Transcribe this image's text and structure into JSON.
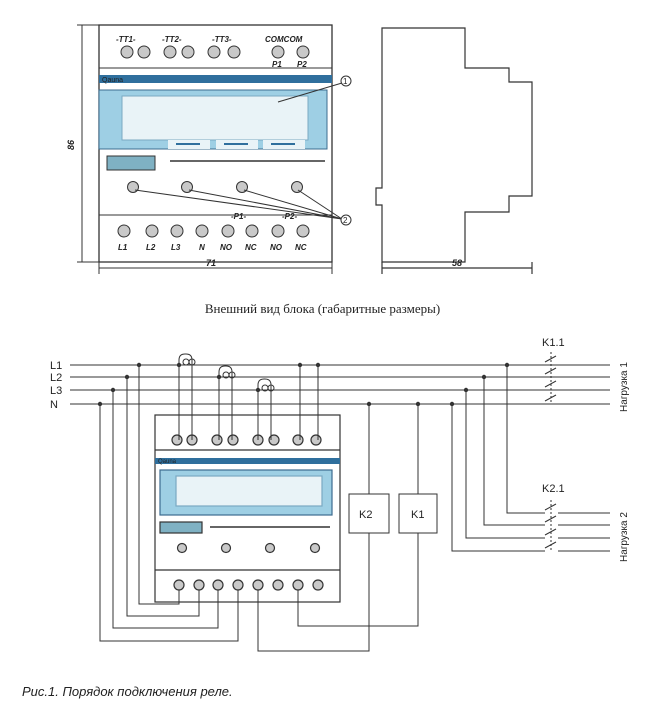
{
  "top_view": {
    "terminal_groups_top": [
      "-TT1-",
      "-TT2-",
      "-TT3-",
      "COMCOM"
    ],
    "terminal_labels_p": [
      "P1",
      "P2"
    ],
    "terminal_labels_bottom": [
      "L1",
      "L2",
      "L3",
      "N",
      "NO",
      "NC",
      "NO",
      "NC"
    ],
    "relay_labels": [
      "-P1-",
      "-P2-"
    ],
    "callouts": [
      "1",
      "2"
    ],
    "logo_text": "Qauna",
    "dim_width": "71",
    "dim_height": "86",
    "dim_depth": "58"
  },
  "caption_title": "Внешний вид блока (габаритные размеры)",
  "wiring": {
    "line_labels": [
      "L1",
      "L2",
      "L3",
      "N"
    ],
    "contactor_labels": [
      "K1.1",
      "K2.1"
    ],
    "load_labels": [
      "Нагрузка 1",
      "Нагрузка 2"
    ],
    "relay_coils": [
      "K2",
      "K1"
    ],
    "logo_text": "Qauna"
  },
  "figure_caption": "Рис.1. Порядок подключения реле."
}
